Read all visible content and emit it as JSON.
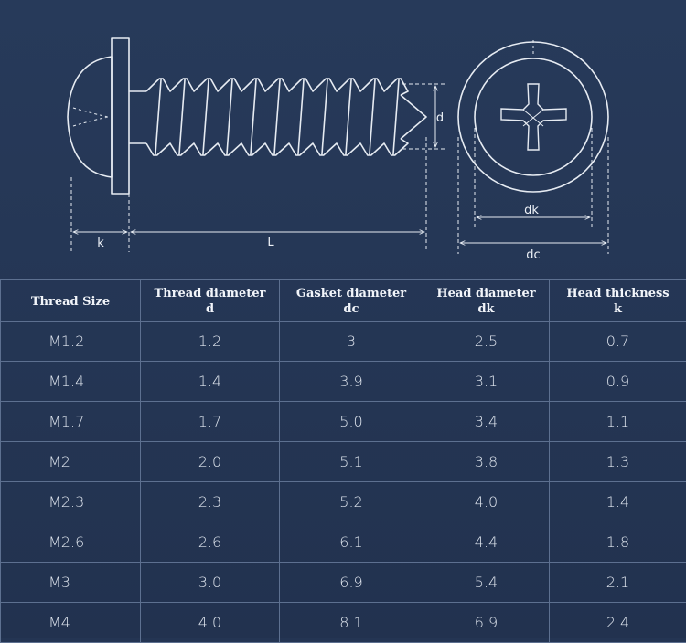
{
  "diagram": {
    "labels": {
      "k": "k",
      "L": "L",
      "d": "d",
      "dk": "dk",
      "dc": "dc"
    }
  },
  "table": {
    "headers": [
      {
        "line1": "Thread Size",
        "line2": ""
      },
      {
        "line1": "Thread diameter",
        "line2": "d"
      },
      {
        "line1": "Gasket diameter",
        "line2": "dc"
      },
      {
        "line1": "Head diameter",
        "line2": "dk"
      },
      {
        "line1": "Head thickness",
        "line2": "k"
      }
    ],
    "rows": [
      [
        "M1.2",
        "1.2",
        "3",
        "2.5",
        "0.7"
      ],
      [
        "M1.4",
        "1.4",
        "3.9",
        "3.1",
        "0.9"
      ],
      [
        "M1.7",
        "1.7",
        "5.0",
        "3.4",
        "1.1"
      ],
      [
        "M2",
        "2.0",
        "5.1",
        "3.8",
        "1.3"
      ],
      [
        "M2.3",
        "2.3",
        "5.2",
        "4.0",
        "1.4"
      ],
      [
        "M2.6",
        "2.6",
        "6.1",
        "4.4",
        "1.8"
      ],
      [
        "M3",
        "3.0",
        "6.9",
        "5.4",
        "2.1"
      ],
      [
        "M4",
        "4.0",
        "8.1",
        "6.9",
        "2.4"
      ]
    ]
  },
  "colors": {
    "background": "#243553",
    "line": "#e6ebf2",
    "grid": "#5d7090"
  }
}
